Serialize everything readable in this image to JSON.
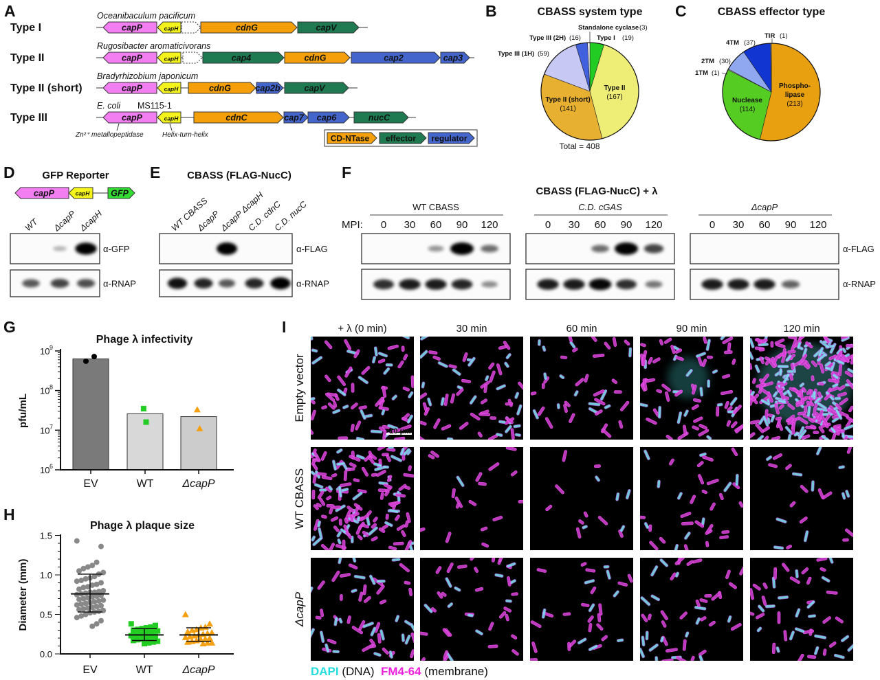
{
  "panel_letters": {
    "A": "A",
    "B": "B",
    "C": "C",
    "D": "D",
    "E": "E",
    "F": "F",
    "G": "G",
    "H": "H",
    "I": "I"
  },
  "colors": {
    "capP": "#f27ef2",
    "capH": "#f4f41c",
    "cdnt": "#f5a00a",
    "effector": "#1f7a52",
    "regulator": "#4466cc",
    "none": "#ffffff"
  },
  "panelA": {
    "rows": [
      {
        "type": "Type I",
        "species": "Oceanibaculum pacificum",
        "strain": "",
        "genes": [
          {
            "name": "capP",
            "role": "capP"
          },
          {
            "name": "capH",
            "role": "capH"
          },
          {
            "name": "",
            "role": "none"
          },
          {
            "name": "cdnG",
            "role": "cdnt"
          },
          {
            "name": "capV",
            "role": "effector"
          }
        ]
      },
      {
        "type": "Type II",
        "species": "Rugosibacter aromaticivorans",
        "strain": "",
        "genes": [
          {
            "name": "capP",
            "role": "capP"
          },
          {
            "name": "capH",
            "role": "capH"
          },
          {
            "name": "",
            "role": "none"
          },
          {
            "name": "cap4",
            "role": "effector"
          },
          {
            "name": "cdnG",
            "role": "cdnt"
          },
          {
            "name": "cap2",
            "role": "regulator"
          },
          {
            "name": "cap3",
            "role": "regulator"
          }
        ]
      },
      {
        "type": "Type II (short)",
        "species": "Bradyrhizobium japonicum",
        "strain": "",
        "genes": [
          {
            "name": "capP",
            "role": "capP"
          },
          {
            "name": "capH",
            "role": "capH"
          },
          {
            "name": "cdnG",
            "role": "cdnt"
          },
          {
            "name": "cap2b",
            "role": "regulator"
          },
          {
            "name": "capV",
            "role": "effector"
          }
        ]
      },
      {
        "type": "Type III",
        "species": "E. coli",
        "strain": "MS115-1",
        "genes": [
          {
            "name": "capP",
            "role": "capP"
          },
          {
            "name": "capH",
            "role": "capH"
          },
          {
            "name": "cdnC",
            "role": "cdnt"
          },
          {
            "name": "cap7",
            "role": "regulator"
          },
          {
            "name": "cap6",
            "role": "regulator"
          },
          {
            "name": "nucC",
            "role": "effector"
          }
        ]
      }
    ],
    "annotations": [
      "Zn²⁺ metallopeptidase",
      "Helix-turn-helix"
    ],
    "legend": [
      {
        "label": "CD-NTase",
        "role": "cdnt"
      },
      {
        "label": "effector",
        "role": "effector"
      },
      {
        "label": "regulator",
        "role": "regulator"
      }
    ]
  },
  "chart_data": [
    {
      "id": "B",
      "type": "pie",
      "title": "CBASS system type",
      "total_label": "Total = 408",
      "slices": [
        {
          "label": "Type I",
          "count_label": "(19)",
          "value": 19,
          "color": "#22cc22"
        },
        {
          "label": "Type II",
          "count_label": "(167)",
          "value": 167,
          "color": "#eeee77"
        },
        {
          "label": "Type II (short)",
          "count_label": "(141)",
          "value": 141,
          "color": "#e8b030"
        },
        {
          "label": "Type III (1H)",
          "count_label": "(59)",
          "value": 59,
          "color": "#c8c8f5"
        },
        {
          "label": "Type III (2H)",
          "count_label": "(16)",
          "value": 16,
          "color": "#4060dd"
        },
        {
          "label": "Standalone cyclase",
          "count_label": "(3)",
          "value": 3,
          "color": "#ffffff"
        }
      ]
    },
    {
      "id": "C",
      "type": "pie",
      "title": "CBASS effector type",
      "slices": [
        {
          "label": "Phospho-lipase",
          "label_lines": [
            "Phospho-",
            "lipase"
          ],
          "count_label": "(213)",
          "value": 213,
          "color": "#e8a010"
        },
        {
          "label": "Nuclease",
          "count_label": "(114)",
          "value": 114,
          "color": "#55cc22"
        },
        {
          "label": "1TM",
          "count_label": "(1)",
          "value": 1,
          "color": "#ffffff"
        },
        {
          "label": "2TM",
          "count_label": "(30)",
          "value": 30,
          "color": "#90a8f0"
        },
        {
          "label": "4TM",
          "count_label": "(37)",
          "value": 37,
          "color": "#1035d0"
        },
        {
          "label": "TIR",
          "count_label": "(1)",
          "value": 1,
          "color": "#ffffff"
        }
      ]
    },
    {
      "id": "G",
      "type": "bar",
      "title": "Phage λ infectivity",
      "ylabel": "pfu/mL",
      "yscale": "log",
      "ylim": [
        1000000.0,
        1000000000.0
      ],
      "yticks": [
        {
          "v": 1000000000.0,
          "label": "10",
          "exp": "9"
        },
        {
          "v": 100000000.0,
          "label": "10",
          "exp": "8"
        },
        {
          "v": 10000000.0,
          "label": "10",
          "exp": "7"
        },
        {
          "v": 1000000.0,
          "label": "10",
          "exp": "6"
        }
      ],
      "categories": [
        "EV",
        "WT",
        "ΔcapP"
      ],
      "values": [
        630000000.0,
        26000000.0,
        22000000.0
      ],
      "bar_colors": [
        "#7a7a7a",
        "#d8d8d8",
        "#cccccc"
      ],
      "points": [
        [
          550000000.0,
          720000000.0
        ],
        [
          35000000.0,
          16000000.0
        ],
        [
          33000000.0,
          11000000.0
        ]
      ],
      "point_colors": [
        "#000000",
        "#22cc22",
        "#f5a010"
      ],
      "point_shapes": [
        "circle",
        "square",
        "triangle"
      ]
    },
    {
      "id": "H",
      "type": "scatter",
      "title": "Phage λ plaque size",
      "ylabel": "Diameter (mm)",
      "ylim": [
        0,
        1.5
      ],
      "yticks": [
        "0.0",
        "0.5",
        "1.0",
        "1.5"
      ],
      "categories": [
        "EV",
        "WT",
        "ΔcapP"
      ],
      "mean": [
        0.76,
        0.24,
        0.24
      ],
      "sd_low": [
        0.53,
        0.17,
        0.16
      ],
      "sd_high": [
        1.01,
        0.32,
        0.33
      ],
      "colors": [
        "#888888",
        "#22cc22",
        "#f5a010"
      ],
      "shapes": [
        "circle",
        "square",
        "triangle"
      ],
      "values": [
        [
          1.43,
          1.36,
          1.16,
          1.12,
          1.1,
          1.08,
          1.05,
          1.03,
          1.01,
          0.98,
          0.96,
          0.95,
          0.93,
          0.92,
          0.9,
          0.88,
          0.87,
          0.85,
          0.84,
          0.82,
          0.8,
          0.79,
          0.78,
          0.78,
          0.77,
          0.76,
          0.75,
          0.74,
          0.73,
          0.72,
          0.71,
          0.7,
          0.69,
          0.68,
          0.67,
          0.66,
          0.65,
          0.64,
          0.63,
          0.62,
          0.61,
          0.6,
          0.59,
          0.58,
          0.57,
          0.56,
          0.55,
          0.54,
          0.53,
          0.52,
          0.5,
          0.48,
          0.46,
          0.42,
          0.38,
          0.35
        ],
        [
          0.38,
          0.36,
          0.34,
          0.33,
          0.32,
          0.31,
          0.3,
          0.29,
          0.28,
          0.27,
          0.26,
          0.25,
          0.24,
          0.23,
          0.22,
          0.21,
          0.2,
          0.19,
          0.18,
          0.17,
          0.16,
          0.15,
          0.14,
          0.13
        ],
        [
          0.5,
          0.38,
          0.34,
          0.33,
          0.31,
          0.3,
          0.28,
          0.27,
          0.26,
          0.25,
          0.24,
          0.23,
          0.22,
          0.21,
          0.2,
          0.19,
          0.18,
          0.17,
          0.16,
          0.15,
          0.14,
          0.14,
          0.13
        ]
      ]
    }
  ],
  "panelD": {
    "title": "GFP Reporter",
    "construct": [
      {
        "name": "capP",
        "role": "capP"
      },
      {
        "name": "capH",
        "role": "capH"
      },
      {
        "name": "GFP",
        "role": "gfp"
      }
    ],
    "gfp_color": "#33dd33",
    "lanes": [
      "WT",
      "ΔcapP",
      "ΔcapH"
    ],
    "blots": [
      {
        "label": "α-GFP",
        "intensity": [
          0,
          0.06,
          0.95
        ]
      },
      {
        "label": "α-RNAP",
        "intensity": [
          0.5,
          0.6,
          0.55
        ]
      }
    ]
  },
  "panelE": {
    "title": "CBASS (FLAG-NucC)",
    "lanes": [
      "WT CBASS",
      "ΔcapP",
      "ΔcapP ΔcapH",
      "C.D. cdnC",
      "C.D. nucC"
    ],
    "blots": [
      {
        "label": "α-FLAG",
        "intensity": [
          0,
          0,
          1,
          0,
          0
        ]
      },
      {
        "label": "α-RNAP",
        "intensity": [
          0.85,
          0.75,
          0.5,
          0.75,
          0.95
        ]
      }
    ]
  },
  "panelF": {
    "title": "CBASS (FLAG-NucC) + λ",
    "mpi_label": "MPI:",
    "timepoints": [
      "0",
      "30",
      "60",
      "90",
      "120"
    ],
    "blot_labels": [
      "α-FLAG",
      "α-RNAP"
    ],
    "groups": [
      {
        "label": "WT CBASS",
        "flag": [
          0,
          0,
          0.2,
          1,
          0.4
        ],
        "rnap": [
          0.7,
          0.8,
          0.8,
          0.75,
          0.25
        ]
      },
      {
        "label": "C.D. cGAS",
        "flag": [
          0,
          0,
          0.4,
          1,
          0.6
        ],
        "rnap": [
          0.8,
          0.8,
          0.9,
          0.7,
          0.35
        ]
      },
      {
        "label": "ΔcapP",
        "flag": [
          0,
          0,
          0,
          0,
          0
        ],
        "rnap": [
          0.8,
          0.8,
          0.8,
          0.45,
          0
        ]
      }
    ]
  },
  "panelI": {
    "columns": [
      "+ λ (0 min)",
      "30 min",
      "60 min",
      "90 min",
      "120 min"
    ],
    "rows": [
      "Empty vector",
      "WT CBASS",
      "ΔcapP"
    ],
    "scale_bar": "10 µm",
    "legend": [
      {
        "text": "DAPI",
        "color": "#22dddd"
      },
      {
        "text": " (DNA)  ",
        "color": "#111111"
      },
      {
        "text": "FM4-64",
        "color": "#ee22dd"
      },
      {
        "text": " (membrane)",
        "color": "#111111"
      }
    ]
  }
}
